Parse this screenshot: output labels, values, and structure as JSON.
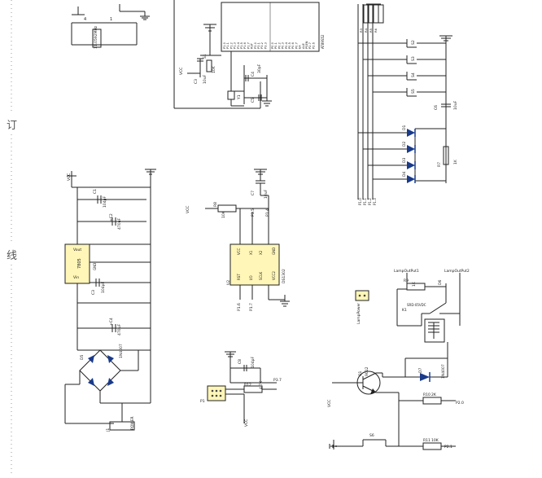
{
  "margin": {
    "ding_char": "订",
    "xian_char": "线"
  },
  "crystal_section": {
    "crystal_label": "11.0592MHz",
    "pin4": "4",
    "pin1": "1"
  },
  "mcu": {
    "chip_label": "AT89S52",
    "left_pins": [
      "P1.0",
      "P1.1",
      "P1.2",
      "P1.3",
      "P1.4",
      "P1.5",
      "P1.6",
      "P1.7",
      "RST",
      "P3.0",
      "P3.1",
      "P3.2",
      "P3.3"
    ],
    "right_pins": [
      "P0.0",
      "P0.1",
      "P0.2",
      "P0.3",
      "P0.4",
      "P0.5",
      "P0.6",
      "P0.7",
      "EA",
      "ALE",
      "PSEN",
      "P2.7",
      "P2.6"
    ]
  },
  "reset_circuit": {
    "vcc": "VCC",
    "c3": "C3",
    "cap": "10uF",
    "r": "10K",
    "s1": "S1"
  },
  "osc_circuit": {
    "c4": "C4",
    "c5": "C5",
    "cap": "30pF",
    "crystal": "Y1"
  },
  "key_section": {
    "resistors": [
      "R3",
      "R4",
      "R5",
      "R6"
    ],
    "res_value": "10K",
    "switches": [
      "S2",
      "S3",
      "S4",
      "S5"
    ],
    "leds": [
      "D1",
      "D2",
      "D3",
      "D4"
    ],
    "cap": "C6",
    "cap_value": "10uF",
    "r7": "R7",
    "r7_value": "1K",
    "ports": [
      "P1.0",
      "P1.1",
      "P1.2",
      "P1.3"
    ]
  },
  "power_supply": {
    "vcc": "VCC",
    "c1": "C1",
    "c1_value": "104pF",
    "c2": "+C2",
    "c2_value": "470uF",
    "regulator": "7805",
    "reg_in": "Vin",
    "reg_out": "Vout",
    "reg_gnd": "GND",
    "c3": "C3",
    "c3_value": "104pF",
    "c4": "+C4",
    "c4_value": "470uF",
    "bridge": "D5",
    "bridge_part": "1N4007",
    "jack": "J1",
    "jack_label": "POWER"
  },
  "rtc": {
    "vcc": "VCC",
    "r": "R8",
    "r_value": "10K",
    "cap": "C7",
    "cap_value": "10uF",
    "chip_name": "U2",
    "chip_label": "DS1302",
    "pins": [
      "VCC",
      "X1",
      "X2",
      "GND",
      "RST",
      "I/O",
      "SCLK",
      "VCC2"
    ],
    "ports": [
      "P1.4",
      "P1.5",
      "P1.6",
      "P1.7"
    ]
  },
  "relay": {
    "lamp_out1": "LampOutPut1",
    "lamp_out2": "LampOutPut2",
    "lamp_power": "LampPower",
    "r9": "R9",
    "r9_value": "1K",
    "d6": "D6",
    "relay_name": "K1",
    "relay_type": "SRD-05VDC",
    "diode": "D7",
    "diode_part": "1N4007",
    "transistor": "Q1",
    "transistor_part": "9012",
    "base_label": "VCC",
    "r10": "R10",
    "r10_value": "2K",
    "p2": "P2.0",
    "r11": "R11",
    "r11_value": "10K",
    "p3": "P2.1",
    "button": "S6"
  },
  "sensor": {
    "cap": "C8",
    "cap_value": "104pF",
    "r": "R12",
    "r_value": "4.7K",
    "port": "P3.7",
    "conn": "P1",
    "vcc": "VCC"
  }
}
